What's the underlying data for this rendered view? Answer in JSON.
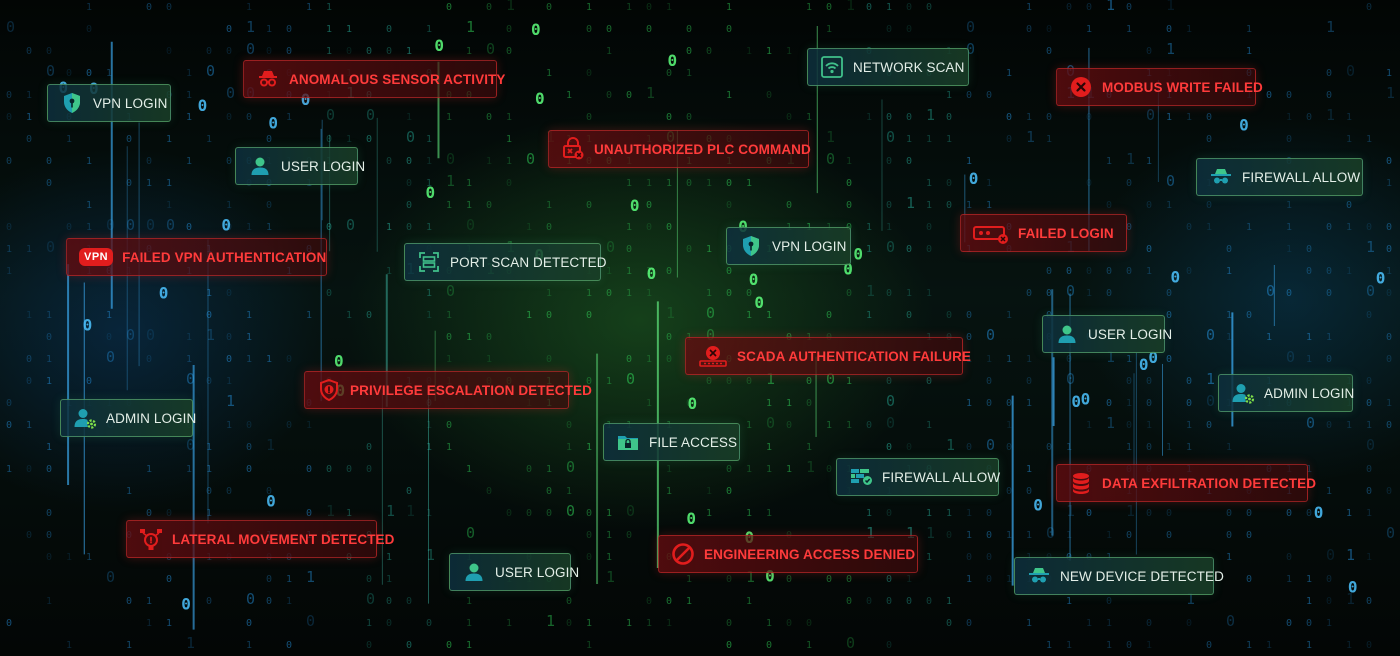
{
  "colors": {
    "alert": "#ff3b3b",
    "benign_text": "#e4efe8",
    "matrix_green": "#39ff6a",
    "matrix_blue": "#2aa7ff"
  },
  "events": {
    "vpn_login_1": {
      "label": "VPN LOGIN",
      "icon": "shield-key-icon"
    },
    "anomalous_sensor": {
      "label": "ANOMALOUS SENSOR ACTIVITY",
      "icon": "spy-icon"
    },
    "network_scan": {
      "label": "NETWORK SCAN",
      "icon": "wifi-scan-icon"
    },
    "modbus_write_failed": {
      "label": "MODBUS WRITE FAILED",
      "icon": "error-circle-icon"
    },
    "user_login_1": {
      "label": "USER LOGIN",
      "icon": "user-icon"
    },
    "unauthorized_plc": {
      "label": "UNAUTHORIZED PLC COMMAND",
      "icon": "plc-lock-icon"
    },
    "firewall_allow_1": {
      "label": "FIREWALL ALLOW",
      "icon": "incognito-icon"
    },
    "failed_vpn_auth": {
      "label": "FAILED VPN AUTHENTICATION",
      "icon": "vpn-badge-icon",
      "badge": "VPN"
    },
    "port_scan": {
      "label": "PORT SCAN DETECTED",
      "icon": "scan-frame-icon"
    },
    "vpn_login_2": {
      "label": "VPN LOGIN",
      "icon": "shield-key-icon"
    },
    "failed_login": {
      "label": "FAILED LOGIN",
      "icon": "password-error-icon"
    },
    "user_login_2": {
      "label": "USER LOGIN",
      "icon": "user-icon"
    },
    "scada_auth_failure": {
      "label": "SCADA AUTHENTICATION FAILURE",
      "icon": "scada-lock-icon"
    },
    "privilege_escalation": {
      "label": "PRIVILEGE ESCALATION DETECTED",
      "icon": "shield-alert-icon"
    },
    "admin_login_1": {
      "label": "ADMIN LOGIN",
      "icon": "admin-gear-icon"
    },
    "admin_login_2": {
      "label": "ADMIN LOGIN",
      "icon": "admin-gear-icon"
    },
    "file_access": {
      "label": "FILE ACCESS",
      "icon": "folder-lock-icon"
    },
    "firewall_allow_2": {
      "label": "FIREWALL ALLOW",
      "icon": "firewall-icon"
    },
    "data_exfiltration": {
      "label": "DATA EXFILTRATION DETECTED",
      "icon": "database-icon"
    },
    "lateral_movement": {
      "label": "LATERAL MOVEMENT DETECTED",
      "icon": "network-alert-icon"
    },
    "user_login_3": {
      "label": "USER LOGIN",
      "icon": "user-icon"
    },
    "engineering_denied": {
      "label": "ENGINEERING ACCESS DENIED",
      "icon": "denied-icon"
    },
    "new_device": {
      "label": "NEW DEVICE DETECTED",
      "icon": "incognito-icon"
    }
  }
}
